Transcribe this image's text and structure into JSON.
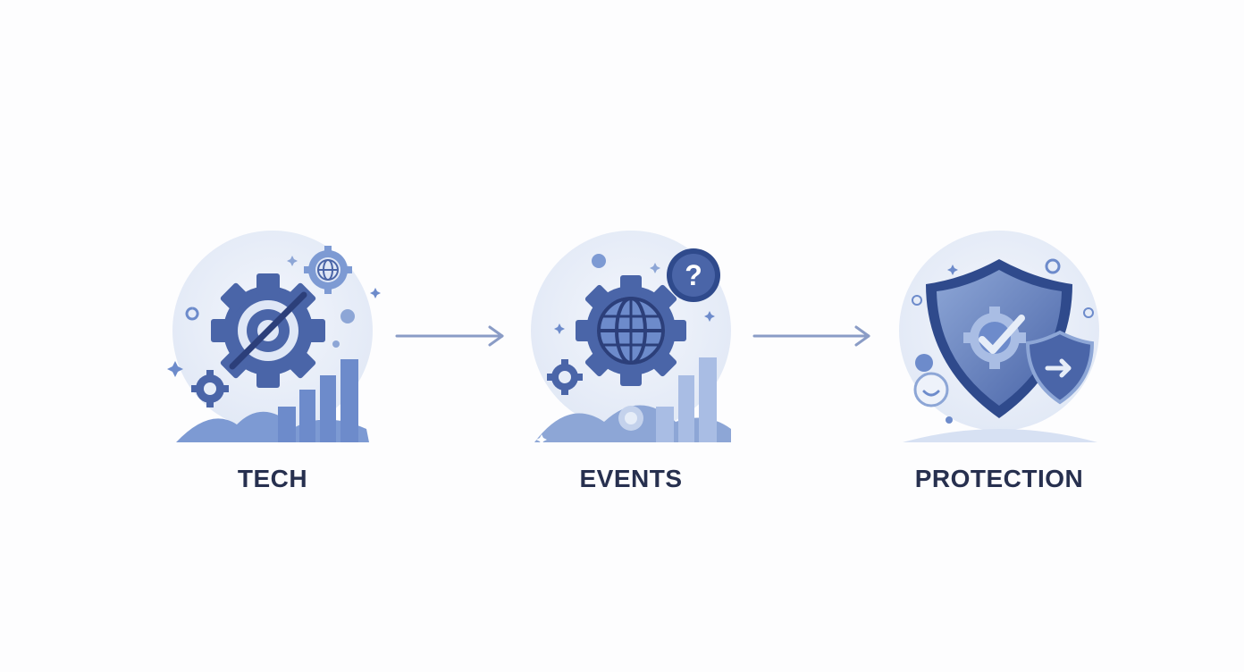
{
  "steps": [
    {
      "id": "tech",
      "label": "TECH",
      "icon": "gear-globe-chart-icon"
    },
    {
      "id": "events",
      "label": "EVENTS",
      "icon": "globe-question-icon"
    },
    {
      "id": "protection",
      "label": "PROTECTION",
      "icon": "shield-check-icon"
    }
  ],
  "connectors": [
    "arrow-right-icon",
    "arrow-right-icon"
  ],
  "colors": {
    "primary": "#4a65a8",
    "light": "#8da6d6",
    "circle": "#e6edf8",
    "label": "#27304f",
    "arrow": "#8a9cc6"
  }
}
